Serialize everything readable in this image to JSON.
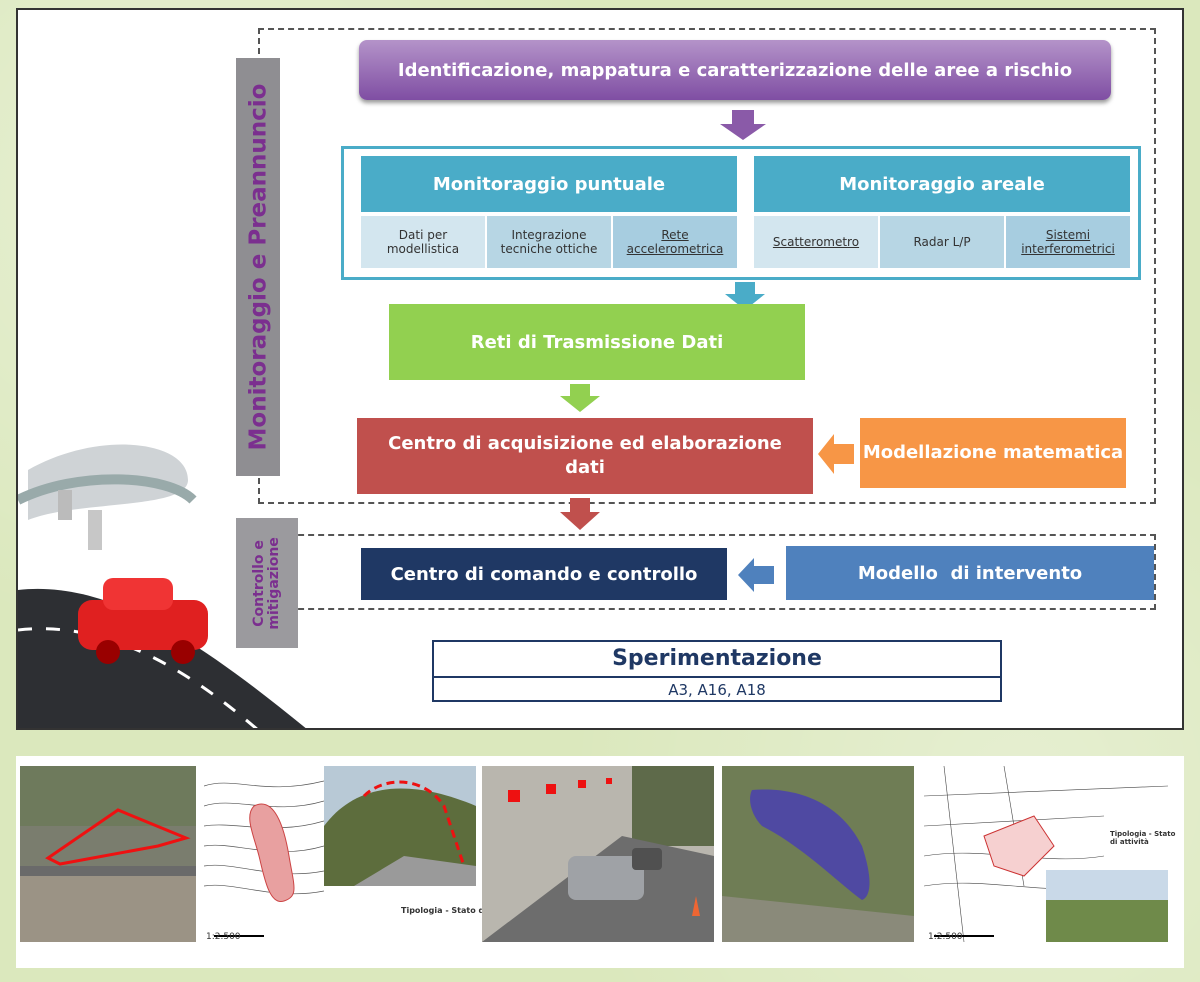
{
  "side_labels": {
    "monitoraggio": "Monitoraggio e Preannuncio",
    "controllo": "Controllo e mitigazione"
  },
  "boxes": {
    "identificazione": "Identificazione, mappatura e caratterizzazione delle aree a rischio",
    "puntuale": "Monitoraggio puntuale",
    "areale": "Monitoraggio areale",
    "dati_modellistica": "Dati per modellistica",
    "integrazione": "Integrazione tecniche ottiche",
    "rete_accel": "Rete accelerometrica",
    "scatterometro": "Scatterometro",
    "radar": "Radar L/P",
    "sistemi_inter": "Sistemi interferometrici",
    "reti_trasmissione": "Reti di Trasmissione Dati",
    "centro_acquisizione": "Centro di acquisizione ed elaborazione dati",
    "modellazione": "Modellazione matematica",
    "centro_comando": "Centro di comando e controllo",
    "modello_intervento": "Modello  di intervento",
    "sperimentazione": "Sperimentazione",
    "sperimentazione_sites": "A3, A16, A18"
  },
  "photo_texts": {
    "legend_title_1": "Tipologia - Stato di attività",
    "legend_title_2": "Tipologia - Stato di attività",
    "scale_1": "1:2.500",
    "scale_2": "1:2.500"
  },
  "colors": {
    "purple": "#8a5aa8",
    "teal": "#4aacc8",
    "green": "#92d050",
    "red": "#c0504d",
    "orange": "#f79646",
    "navy": "#1f3864",
    "blue": "#4f81bd"
  }
}
